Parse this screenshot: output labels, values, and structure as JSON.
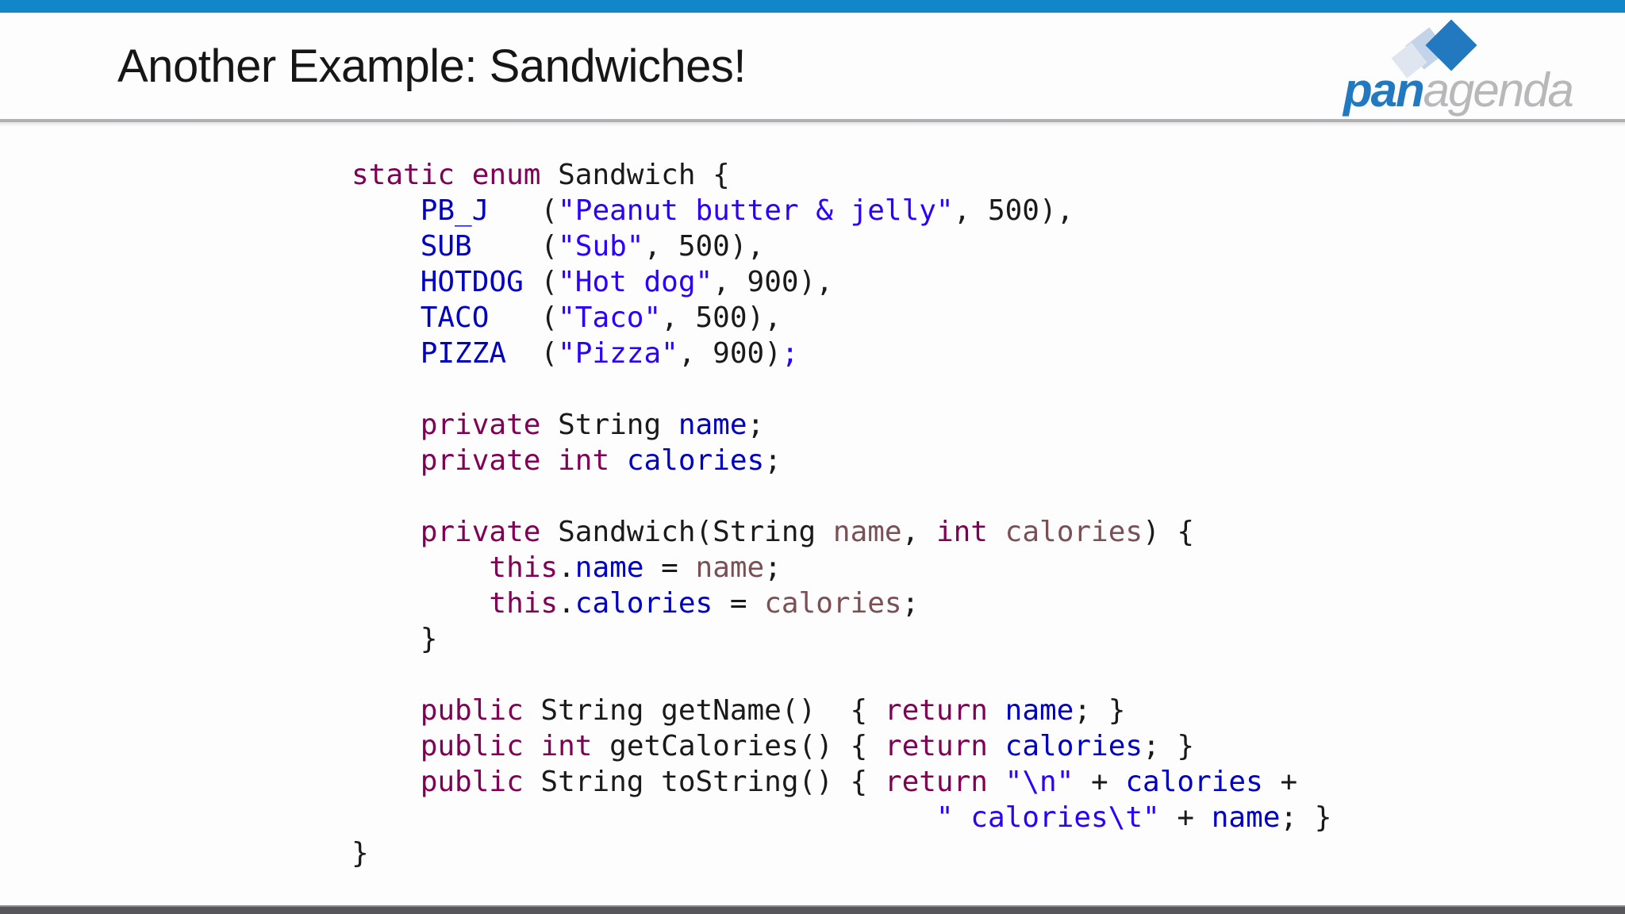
{
  "slide": {
    "title": "Another Example: Sandwiches!"
  },
  "logo": {
    "brand_bold": "pan",
    "brand_light": "agenda"
  },
  "colors": {
    "accent_blue": "#1187c9",
    "logo_blue": "#2379bf",
    "logo_diamond_medium": "#c3d4e8",
    "logo_diamond_pale": "#dfe6f0",
    "logo_gray_text": "#b6b8ba",
    "divider_gray": "#b0b0b3",
    "footer_gray": "#57575b"
  },
  "code": {
    "language": "java",
    "token_colors": {
      "k": "#7F0055",
      "p": "#1a1a1a",
      "f": "#0000C0",
      "s": "#2A00FF",
      "v": "#7A5055"
    },
    "lines": [
      [
        {
          "t": "static",
          "c": "k"
        },
        {
          "t": " ",
          "c": "p"
        },
        {
          "t": "enum",
          "c": "k"
        },
        {
          "t": " Sandwich {",
          "c": "p"
        }
      ],
      [
        {
          "t": "    ",
          "c": "p"
        },
        {
          "t": "PB_J",
          "c": "f"
        },
        {
          "t": "   (",
          "c": "p"
        },
        {
          "t": "\"Peanut butter & jelly\"",
          "c": "s"
        },
        {
          "t": ", 500),",
          "c": "p"
        }
      ],
      [
        {
          "t": "    ",
          "c": "p"
        },
        {
          "t": "SUB",
          "c": "f"
        },
        {
          "t": "    (",
          "c": "p"
        },
        {
          "t": "\"Sub\"",
          "c": "s"
        },
        {
          "t": ", 500),",
          "c": "p"
        }
      ],
      [
        {
          "t": "    ",
          "c": "p"
        },
        {
          "t": "HOTDOG",
          "c": "f"
        },
        {
          "t": " (",
          "c": "p"
        },
        {
          "t": "\"Hot dog\"",
          "c": "s"
        },
        {
          "t": ", 900),",
          "c": "p"
        }
      ],
      [
        {
          "t": "    ",
          "c": "p"
        },
        {
          "t": "TACO",
          "c": "f"
        },
        {
          "t": "   (",
          "c": "p"
        },
        {
          "t": "\"Taco\"",
          "c": "s"
        },
        {
          "t": ", 500),",
          "c": "p"
        }
      ],
      [
        {
          "t": "    ",
          "c": "p"
        },
        {
          "t": "PIZZA",
          "c": "f"
        },
        {
          "t": "  (",
          "c": "p"
        },
        {
          "t": "\"Pizza\"",
          "c": "s"
        },
        {
          "t": ", 900)",
          "c": "p"
        },
        {
          "t": ";",
          "c": "s"
        }
      ],
      [],
      [
        {
          "t": "    ",
          "c": "p"
        },
        {
          "t": "private",
          "c": "k"
        },
        {
          "t": " String ",
          "c": "p"
        },
        {
          "t": "name",
          "c": "f"
        },
        {
          "t": ";",
          "c": "p"
        }
      ],
      [
        {
          "t": "    ",
          "c": "p"
        },
        {
          "t": "private",
          "c": "k"
        },
        {
          "t": " ",
          "c": "p"
        },
        {
          "t": "int",
          "c": "k"
        },
        {
          "t": " ",
          "c": "p"
        },
        {
          "t": "calories",
          "c": "f"
        },
        {
          "t": ";",
          "c": "p"
        }
      ],
      [],
      [
        {
          "t": "    ",
          "c": "p"
        },
        {
          "t": "private",
          "c": "k"
        },
        {
          "t": " Sandwich(String ",
          "c": "p"
        },
        {
          "t": "name",
          "c": "v"
        },
        {
          "t": ", ",
          "c": "p"
        },
        {
          "t": "int",
          "c": "k"
        },
        {
          "t": " ",
          "c": "p"
        },
        {
          "t": "calories",
          "c": "v"
        },
        {
          "t": ") {",
          "c": "p"
        }
      ],
      [
        {
          "t": "        ",
          "c": "p"
        },
        {
          "t": "this",
          "c": "k"
        },
        {
          "t": ".",
          "c": "p"
        },
        {
          "t": "name",
          "c": "f"
        },
        {
          "t": " = ",
          "c": "p"
        },
        {
          "t": "name",
          "c": "v"
        },
        {
          "t": ";",
          "c": "p"
        }
      ],
      [
        {
          "t": "        ",
          "c": "p"
        },
        {
          "t": "this",
          "c": "k"
        },
        {
          "t": ".",
          "c": "p"
        },
        {
          "t": "calories",
          "c": "f"
        },
        {
          "t": " = ",
          "c": "p"
        },
        {
          "t": "calories",
          "c": "v"
        },
        {
          "t": ";",
          "c": "p"
        }
      ],
      [
        {
          "t": "    }",
          "c": "p"
        }
      ],
      [],
      [
        {
          "t": "    ",
          "c": "p"
        },
        {
          "t": "public",
          "c": "k"
        },
        {
          "t": " String getName()  { ",
          "c": "p"
        },
        {
          "t": "return",
          "c": "k"
        },
        {
          "t": " ",
          "c": "p"
        },
        {
          "t": "name",
          "c": "f"
        },
        {
          "t": "; }",
          "c": "p"
        }
      ],
      [
        {
          "t": "    ",
          "c": "p"
        },
        {
          "t": "public",
          "c": "k"
        },
        {
          "t": " ",
          "c": "p"
        },
        {
          "t": "int",
          "c": "k"
        },
        {
          "t": " getCalories() { ",
          "c": "p"
        },
        {
          "t": "return",
          "c": "k"
        },
        {
          "t": " ",
          "c": "p"
        },
        {
          "t": "calories",
          "c": "f"
        },
        {
          "t": "; }",
          "c": "p"
        }
      ],
      [
        {
          "t": "    ",
          "c": "p"
        },
        {
          "t": "public",
          "c": "k"
        },
        {
          "t": " String toString() { ",
          "c": "p"
        },
        {
          "t": "return",
          "c": "k"
        },
        {
          "t": " ",
          "c": "p"
        },
        {
          "t": "\"\\n\"",
          "c": "s"
        },
        {
          "t": " + ",
          "c": "p"
        },
        {
          "t": "calories",
          "c": "f"
        },
        {
          "t": " +",
          "c": "p"
        }
      ],
      [
        {
          "t": "                                  ",
          "c": "p"
        },
        {
          "t": "\" calories\\t\"",
          "c": "s"
        },
        {
          "t": " + ",
          "c": "p"
        },
        {
          "t": "name",
          "c": "f"
        },
        {
          "t": "; }",
          "c": "p"
        }
      ],
      [
        {
          "t": "}",
          "c": "p"
        }
      ]
    ]
  }
}
